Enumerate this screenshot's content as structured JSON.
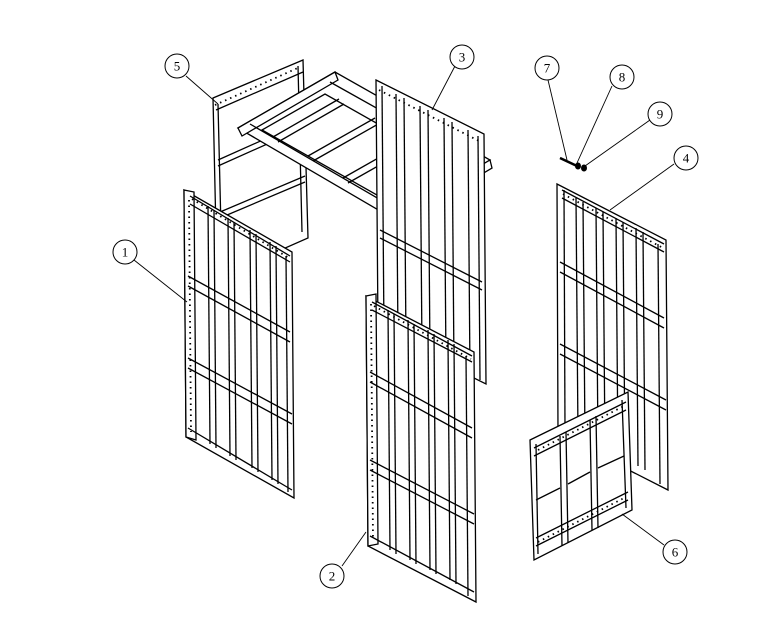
{
  "balloons": [
    {
      "label": "1"
    },
    {
      "label": "2"
    },
    {
      "label": "3"
    },
    {
      "label": "4"
    },
    {
      "label": "5"
    },
    {
      "label": "6"
    },
    {
      "label": "7"
    },
    {
      "label": "8"
    },
    {
      "label": "9"
    }
  ],
  "colors": {
    "line": "#000000",
    "background": "#ffffff"
  }
}
